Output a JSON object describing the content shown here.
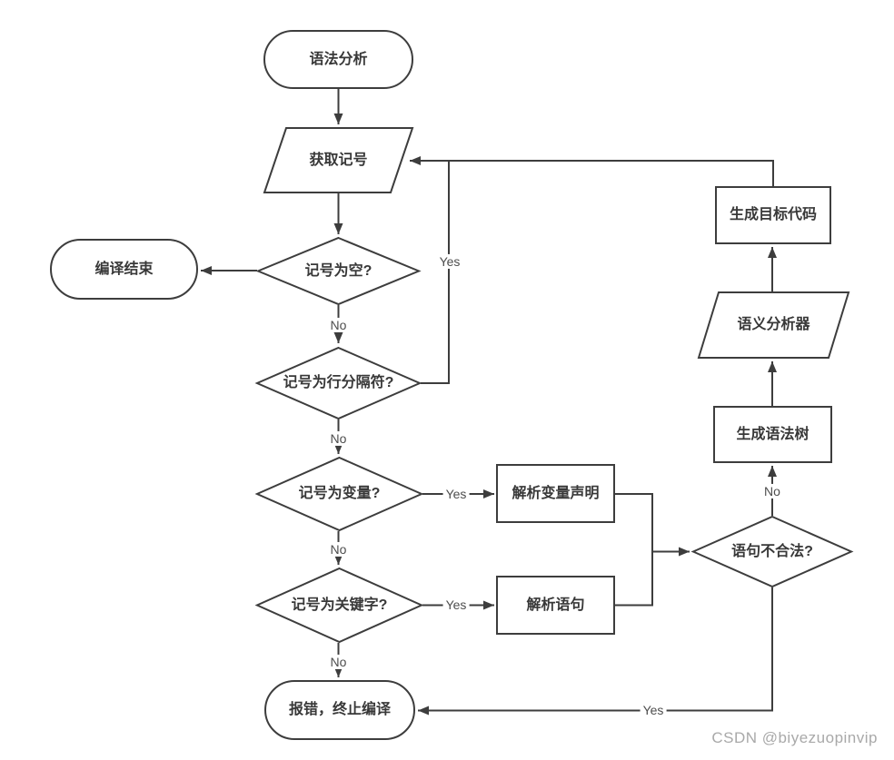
{
  "diagram": {
    "nodes": {
      "start": "语法分析",
      "get_token": "获取记号",
      "end_compile": "编译结束",
      "is_empty": "记号为空?",
      "is_line_separator": "记号为行分隔符?",
      "is_variable": "记号为变量?",
      "is_keyword": "记号为关键字?",
      "parse_var_decl": "解析变量声明",
      "parse_statement": "解析语句",
      "is_illegal": "语句不合法?",
      "gen_syntax_tree": "生成语法树",
      "semantic_analyzer": "语义分析器",
      "gen_target_code": "生成目标代码",
      "error_stop": "报错，终止编译"
    },
    "edge_labels": {
      "empty_no": "No",
      "separator_yes": "Yes",
      "separator_no": "No",
      "variable_yes": "Yes",
      "variable_no": "No",
      "keyword_yes": "Yes",
      "keyword_no": "No",
      "illegal_no": "No",
      "illegal_yes": "Yes"
    }
  },
  "watermark": "CSDN @biyezuopinvip",
  "colors": {
    "line": "#3d3d3d",
    "node_text": "#383838",
    "edge_label": "#4d4d4d",
    "watermark": "#a9a9a9",
    "background": "#ffffff"
  }
}
